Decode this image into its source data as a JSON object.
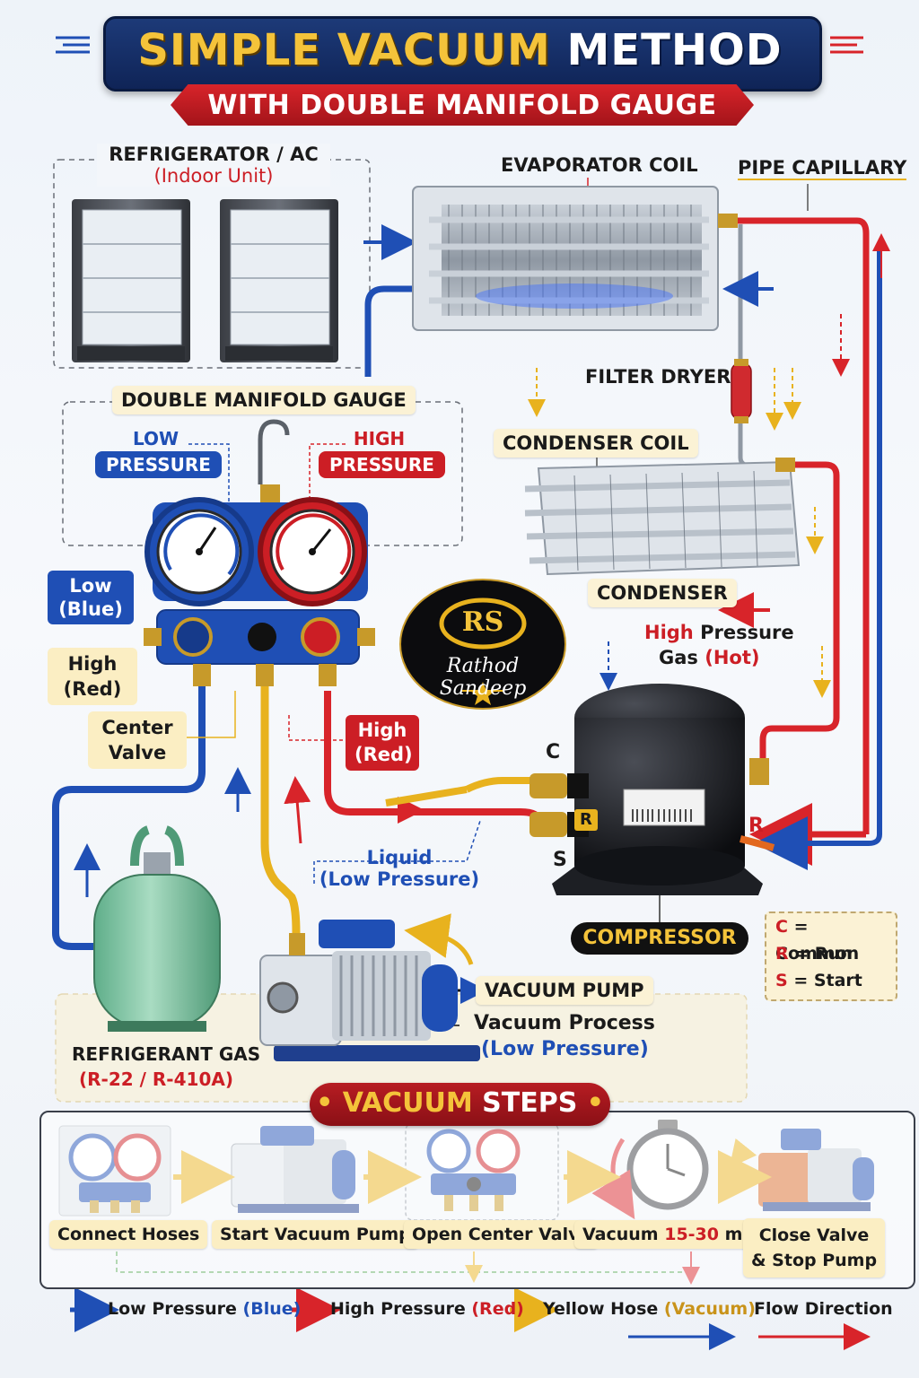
{
  "header": {
    "title_part1": "SIMPLE VACUUM",
    "title_part2": "METHOD",
    "subtitle": "WITH DOUBLE MANIFOLD GAUGE"
  },
  "components": {
    "indoor_unit": {
      "line1": "REFRIGERATOR / AC",
      "line2": "(Indoor Unit)"
    },
    "evaporator": "EVAPORATOR COIL",
    "capillary": "PIPE CAPILLARY",
    "filter_dryer": "FILTER DRYER",
    "condenser_coil": "CONDENSER COIL",
    "condenser": "CONDENSER",
    "high_pressure_gas": {
      "line1_a": "High",
      "line1_b": "Pressure",
      "line2_a": "Gas",
      "line2_b": "(Hot)"
    },
    "manifold": "DOUBLE MANIFOLD GAUGE",
    "low_pressure": {
      "line1": "LOW",
      "line2": "PRESSURE"
    },
    "high_pressure": {
      "line1": "HIGH",
      "line2": "PRESSURE"
    },
    "low_blue": {
      "line1": "Low",
      "line2": "(Blue)"
    },
    "high_red_left": {
      "line1": "High",
      "line2": "(Red)"
    },
    "center_valve": {
      "line1": "Center",
      "line2": "Valve"
    },
    "high_red_right": {
      "line1": "High",
      "line2": "(Red)"
    },
    "liquid": {
      "line1": "Liquid",
      "line2": "(Low Pressure)"
    },
    "compressor": "COMPRESSOR",
    "terminal_c": "C",
    "terminal_r": "R",
    "terminal_s": "S",
    "terminal_r_side": "R",
    "vacuum_pump": "VACUUM PUMP",
    "vacuum_process": {
      "line1": "Vacuum Process",
      "line2": "(Low Pressure)"
    },
    "refrigerant": {
      "line1": "REFRIGERANT GAS",
      "line2": "(R-22 / R-410A)"
    }
  },
  "terminal_key": [
    {
      "letter": "C",
      "meaning": "= Common"
    },
    {
      "letter": "R",
      "meaning": "= Run"
    },
    {
      "letter": "S",
      "meaning": "= Start"
    }
  ],
  "logo": {
    "initials": "RS",
    "name": "Rathod Sandeep"
  },
  "steps": {
    "title_a": "VACUUM",
    "title_b": "STEPS",
    "items": [
      {
        "label": "Connect Hoses"
      },
      {
        "label": "Start Vacuum Pump"
      },
      {
        "label": "Open Center Valve"
      },
      {
        "label_a": "Vacuum ",
        "label_b": "15-30",
        "label_c": " min"
      },
      {
        "line1": "Close Valve",
        "line2": "& Stop Pump"
      }
    ]
  },
  "legend": {
    "low_a": "Low Pressure",
    "low_b": "(Blue)",
    "high_a": "High Pressure",
    "high_b": "(Red)",
    "yellow_a": "Yellow Hose",
    "yellow_b": "(Vacuum)",
    "flow": "Flow Direction"
  },
  "colors": {
    "blue_line": "#1f4fb5",
    "red_line": "#d8242a",
    "yellow_hose": "#e8b21e",
    "title_navy": "#14306a",
    "title_gold": "#f4c33a"
  }
}
